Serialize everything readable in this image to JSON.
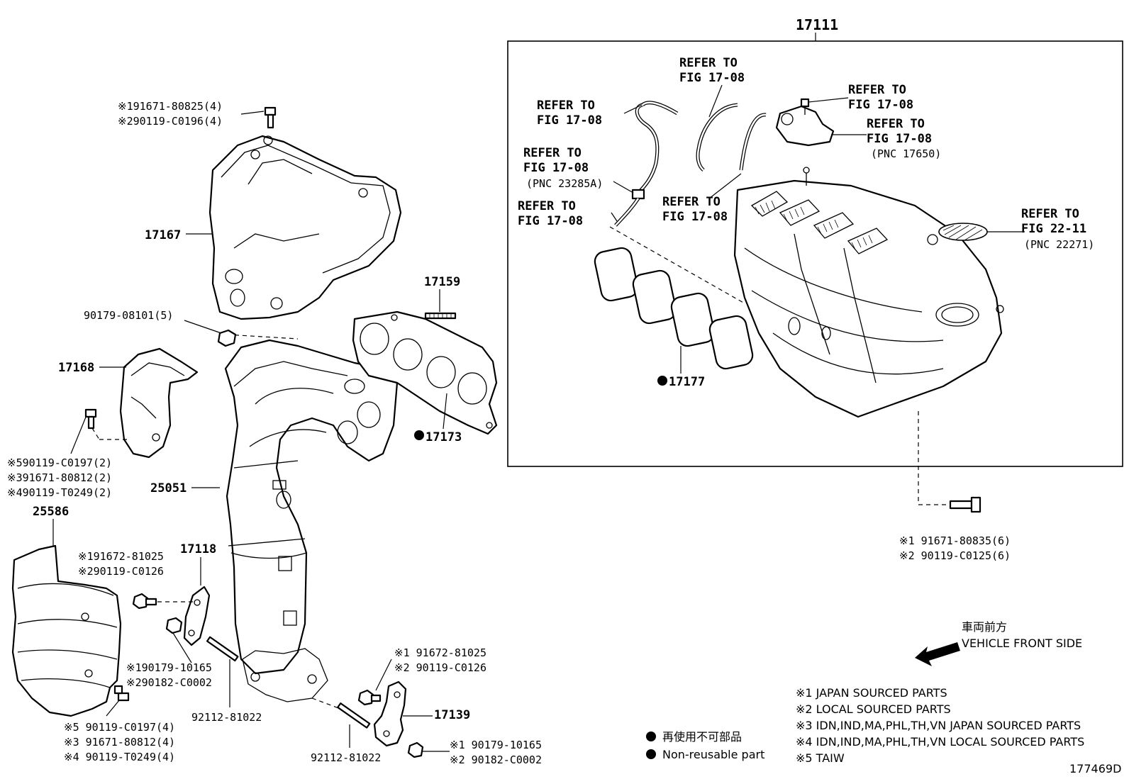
{
  "callouts": {
    "assy_17111": "17111",
    "heat_insulator_17167": "17167",
    "insulator_17168": "17168",
    "converter_25051": "25051",
    "heat_shield_25586": "25586",
    "bracket_17118": "17118",
    "stud_17159": "17159",
    "gasket_17173": "17173",
    "gasket_17177": "17177",
    "bracket_17139": "17139",
    "stud_92112_a": "92112-81022",
    "stud_92112_b": "92112-81022",
    "nut_90179": "90179-08101(5)",
    "fig_id": "177469D"
  },
  "bolt_groups": {
    "top_bolt": [
      "※191671-80825(4)",
      "※290119-C0196(4)"
    ],
    "insulator_bolt": [
      "※590119-C0197(2)",
      "※391671-80812(2)",
      "※490119-T0249(2)"
    ],
    "bracket_bolt": [
      "※191672-81025",
      "※290119-C0126"
    ],
    "nut_10165": [
      "※190179-10165",
      "※290182-C0002"
    ],
    "shield_bolt": [
      "※5 90119-C0197(4)",
      "※3 91671-80812(4)",
      "※4 90119-T0249(4)"
    ],
    "bracket_17139_bolt": [
      "※1 91672-81025",
      "※2 90119-C0126"
    ],
    "bracket_17139_nut": [
      "※1 90179-10165",
      "※2 90182-C0002"
    ],
    "manifold_bolt": [
      "※1 91671-80835(6)",
      "※2 90119-C0125(6)"
    ]
  },
  "refer_notes": [
    {
      "line1": "REFER TO",
      "line2": "FIG 17-08",
      "line3": ""
    },
    {
      "line1": "REFER TO",
      "line2": "FIG 17-08",
      "line3": ""
    },
    {
      "line1": "REFER TO",
      "line2": "FIG 17-08",
      "line3": "(PNC 23285A)"
    },
    {
      "line1": "REFER TO",
      "line2": "FIG 17-08",
      "line3": ""
    },
    {
      "line1": "REFER TO",
      "line2": "FIG 17-08",
      "line3": ""
    },
    {
      "line1": "REFER TO",
      "line2": "FIG 17-08",
      "line3": ""
    },
    {
      "line1": "REFER TO",
      "line2": "FIG 17-08",
      "line3": "(PNC 17650)"
    },
    {
      "line1": "REFER TO",
      "line2": "FIG 22-11",
      "line3": "(PNC 22271)"
    }
  ],
  "direction": {
    "jp": "車両前方",
    "en": "VEHICLE FRONT SIDE"
  },
  "notes": [
    "※1 JAPAN SOURCED PARTS",
    "※2 LOCAL SOURCED PARTS",
    "※3 IDN,IND,MA,PHL,TH,VN  JAPAN SOURCED PARTS",
    "※4 IDN,IND,MA,PHL,TH,VN  LOCAL SOURCED PARTS",
    "※5 TAIW"
  ],
  "legend": {
    "jp": "再使用不可部品",
    "en": "Non-reusable part"
  }
}
